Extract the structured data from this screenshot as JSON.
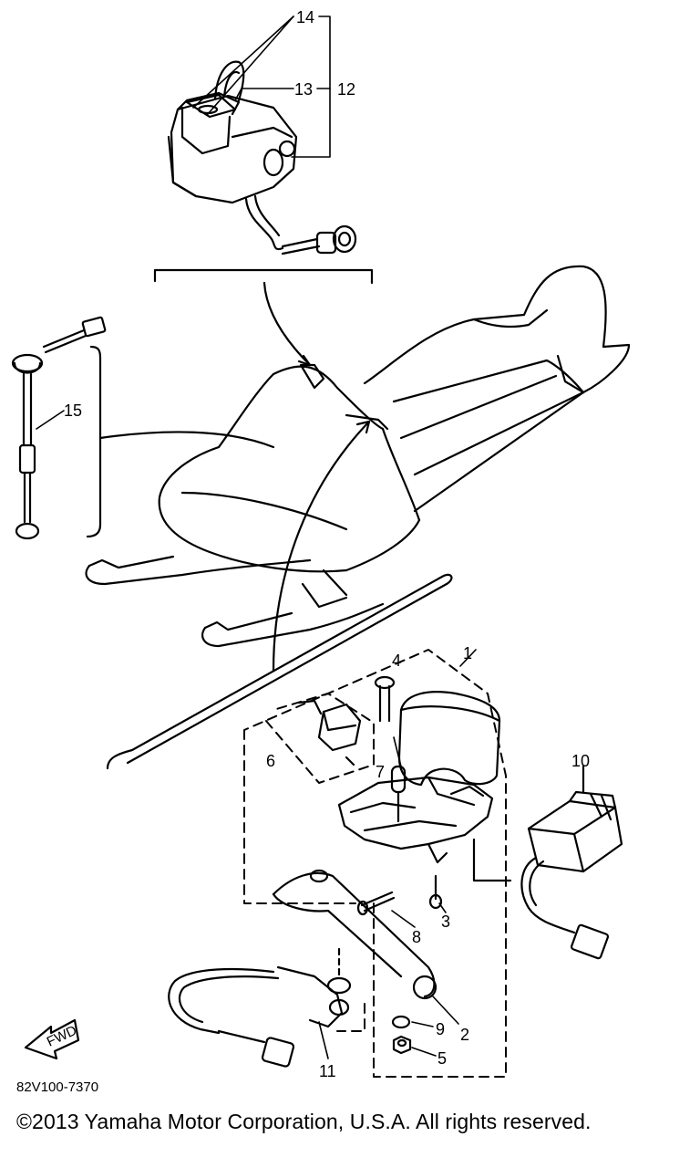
{
  "diagram": {
    "callouts": {
      "c1": "1",
      "c2": "2",
      "c3": "3",
      "c4": "4",
      "c5": "5",
      "c6": "6",
      "c7": "7",
      "c8": "8",
      "c9": "9",
      "c10": "10",
      "c11": "11",
      "c12": "12",
      "c13": "13",
      "c14": "14",
      "c15": "15"
    },
    "fwd_label": "FWD",
    "drawing_code": "82V100-7370"
  },
  "footer": {
    "copyright": "©2013 Yamaha Motor Corporation, U.S.A. All rights reserved."
  },
  "colors": {
    "ink": "#000000",
    "background": "#ffffff"
  }
}
